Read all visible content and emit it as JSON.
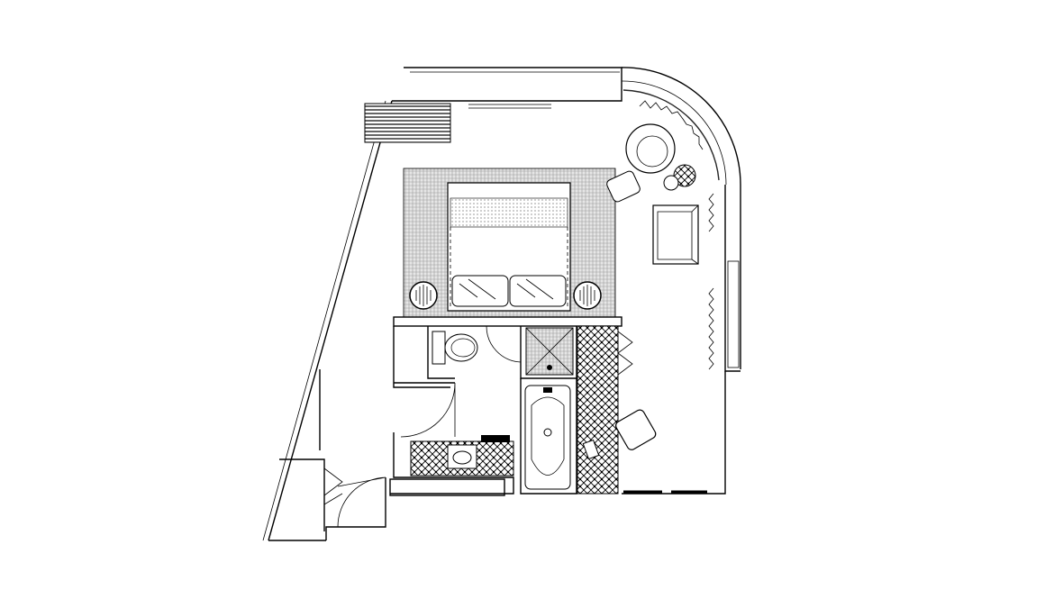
{
  "colors": {
    "line": "#000000",
    "background": "#ffffff",
    "wall_texture": "#d9d9d9"
  },
  "rooms": [
    "bedroom",
    "bathroom",
    "shower",
    "bathtub",
    "entry",
    "lounge"
  ]
}
